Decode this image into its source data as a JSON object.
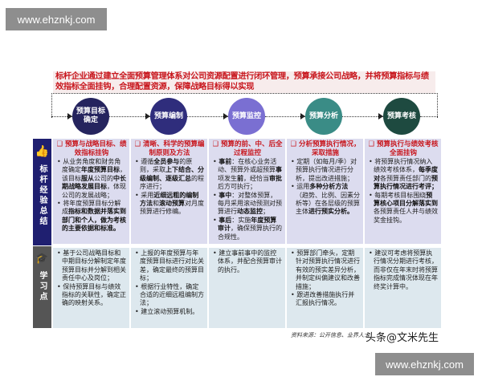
{
  "watermark": "www.ehznkj.com",
  "banner": "标杆企业通过建立全面预算管理体系对公司资源配置进行闭环管理，预算承接公司战略，并将预算指标与绩效指标全面挂钩，合理配置资源，保障战略目标得以实现",
  "steps": [
    {
      "label": "预算目标确定",
      "color": "#25245e"
    },
    {
      "label": "预算编制",
      "color": "#2f2d7c"
    },
    {
      "label": "预算监控",
      "color": "#7a6fd2"
    },
    {
      "label": "预算分析",
      "color": "#3a8c86"
    },
    {
      "label": "预算考核",
      "color": "#1e4a40"
    }
  ],
  "sidebar": {
    "experience": "标杆经验总结",
    "experience_icon": "thumbs-up-icon",
    "learning": "学习点",
    "learning_icon": "graduation-cap-icon"
  },
  "experience": [
    {
      "head": "❑ 预算与战略目标、绩效指标挂钩",
      "bullets": [
        [
          {
            "t": "从业务角度和财务角度确定"
          },
          {
            "t": "年度预算目标",
            "b": 1
          },
          {
            "t": "，该目标"
          },
          {
            "t": "服从",
            "b": 1
          },
          {
            "t": "公司的"
          },
          {
            "t": "中长期战略发展目标",
            "b": 1
          },
          {
            "t": "，体现公司的发展战略；"
          }
        ],
        [
          {
            "t": "将年度预算目标分解成"
          },
          {
            "t": "指标和数据并落实到部门和个人，做为考核的主要依据和标准。",
            "b": 1
          }
        ]
      ]
    },
    {
      "head": "❑ 清晰、科学的预算编制原则及方法",
      "bullets": [
        [
          {
            "t": "遵循"
          },
          {
            "t": "全员参与",
            "b": 1
          },
          {
            "t": "的原则，采取"
          },
          {
            "t": "上下结合、分级编制、逐级汇总",
            "b": 1
          },
          {
            "t": "的程序进行；"
          }
        ],
        [
          {
            "t": "采用"
          },
          {
            "t": "近细远粗的编制方法",
            "b": 1
          },
          {
            "t": "和"
          },
          {
            "t": "滚动预算",
            "b": 1
          },
          {
            "t": "对月度预算进行修编。"
          }
        ]
      ]
    },
    {
      "head": "❑ 预算的前、中、后全过程监控",
      "bullets": [
        [
          {
            "t": "事前",
            "b": 1
          },
          {
            "t": "：在核心业务活动、预算外或超预算"
          },
          {
            "t": "事",
            "b": 1
          },
          {
            "t": "项发生"
          },
          {
            "t": "前",
            "b": 1
          },
          {
            "t": "，经恰当"
          },
          {
            "t": "审批",
            "b": 1
          },
          {
            "t": "后方可执行；"
          }
        ],
        [
          {
            "t": "事中",
            "b": 1
          },
          {
            "t": "：对整体预算，每月采用滚动预测对预算进行"
          },
          {
            "t": "动态监控",
            "b": 1
          },
          {
            "t": "；"
          }
        ],
        [
          {
            "t": "事后",
            "b": 1
          },
          {
            "t": "：实施"
          },
          {
            "t": "年度预算审计",
            "b": 1
          },
          {
            "t": "，确保预算执行的合规性。"
          }
        ]
      ]
    },
    {
      "head": "❑ 分析预算执行情况，采取措施",
      "bullets": [
        [
          {
            "t": "定期（如每月/季）对预算执行情况进行分析，提出改进措施；"
          }
        ],
        [
          {
            "t": "运用"
          },
          {
            "t": "多种分析方法",
            "b": 1
          },
          {
            "t": "（趋势、比例、因素分析等）在各层级的预算主体"
          },
          {
            "t": "进行预实分析。",
            "b": 1
          }
        ]
      ]
    },
    {
      "head": "❑ 预算执行与绩效考核全面挂钩",
      "bullets": [
        [
          {
            "t": "将预算执行情况纳入绩效考核体系，"
          },
          {
            "t": "每季度对",
            "b": 1
          },
          {
            "t": "各预算责任部门的"
          },
          {
            "t": "预算执行情况进行考评；",
            "b": 1
          }
        ],
        [
          {
            "t": "每期考核目标围绕"
          },
          {
            "t": "预算核心项目分解落实到",
            "b": 1
          },
          {
            "t": "各预算责任人并与绩效奖金挂钩。"
          }
        ]
      ]
    }
  ],
  "learning": [
    [
      [
        {
          "t": "基于公司战略目标和中期目标分解制定年度预算目标并分解到相关责任中心及岗位；"
        }
      ],
      [
        {
          "t": "保持预算目标与绩效指标的关联性，确定正确的映射关系。"
        }
      ]
    ],
    [
      [
        {
          "t": "上报的年度预算与年度预算目标进行对比关差，确定最终的预算目标；"
        }
      ],
      [
        {
          "t": "根据行业特性，确定合适的近细远粗编制方法；"
        }
      ],
      [
        {
          "t": "建立滚动预算机制。"
        }
      ]
    ],
    [
      [
        {
          "t": "建立事前事中的监控体系，并配合预算审计的执行。"
        }
      ]
    ],
    [
      [
        {
          "t": "预算部门牵头，定期针对预算执行情况进行有效的预实差异分析，并制定纠偏建议和改善措施；"
        }
      ],
      [
        {
          "t": "跟进改善措施执行并汇报执行情况。"
        }
      ]
    ],
    [
      [
        {
          "t": "建议可考虑将预算执行情况分期进行考核，而非仅在年末时将预算指标完成情况体现在年终奖计算中。"
        }
      ]
    ]
  ],
  "source": "资料来源：公开信息、业界人士",
  "author": "头条@文米先生"
}
